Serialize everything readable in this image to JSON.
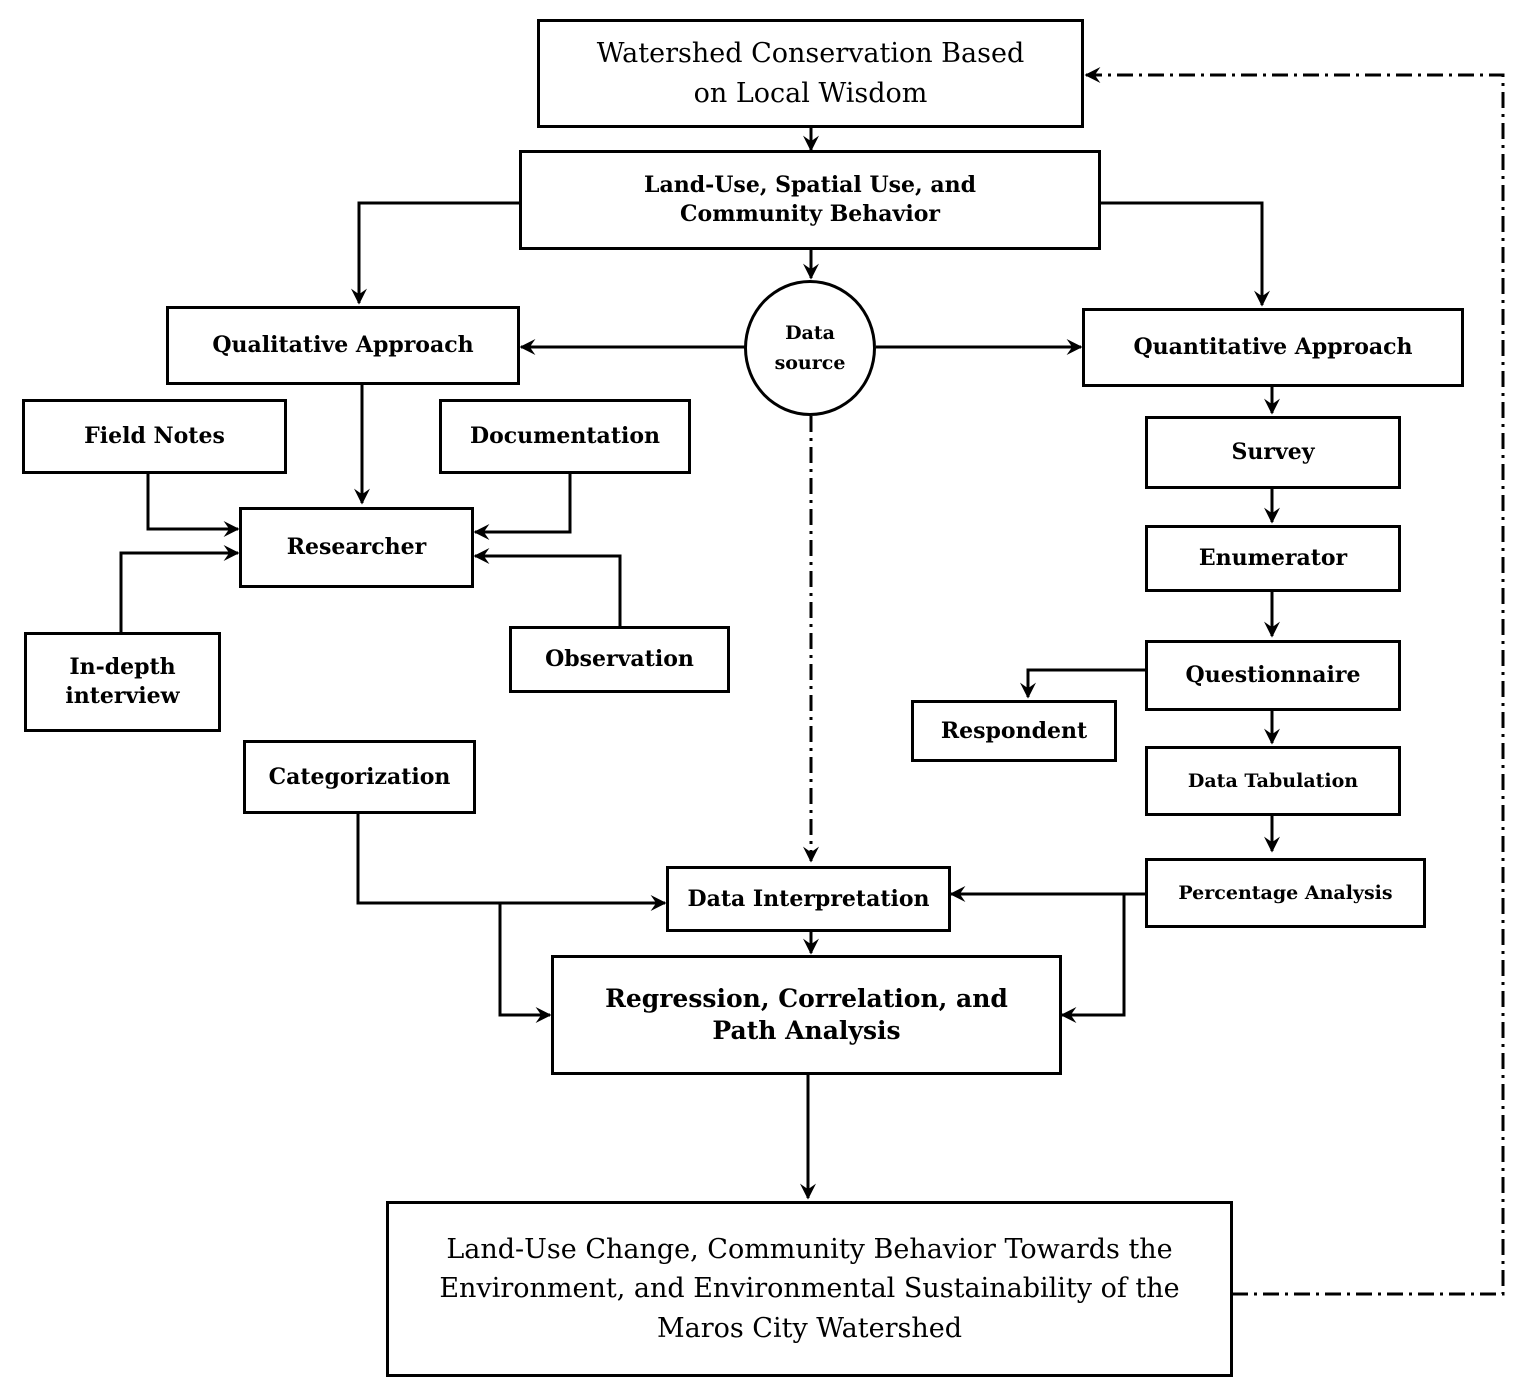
{
  "nodes": {
    "watershed_conservation": "Watershed Conservation Based on Local Wisdom",
    "land_use_behavior": "Land-Use, Spatial Use, and Community Behavior",
    "data_source": "Data source",
    "qualitative_approach": "Qualitative Approach",
    "quantitative_approach": "Quantitative Approach",
    "field_notes": "Field Notes",
    "documentation": "Documentation",
    "researcher": "Researcher",
    "in_depth_interview": "In-depth interview",
    "observation": "Observation",
    "survey": "Survey",
    "enumerator": "Enumerator",
    "questionnaire": "Questionnaire",
    "respondent": "Respondent",
    "data_tabulation": "Data Tabulation",
    "percentage_analysis": "Percentage Analysis",
    "categorization": "Categorization",
    "data_interpretation": "Data Interpretation",
    "regression_analysis": "Regression, Correlation, and Path Analysis",
    "outcome": "Land-Use Change, Community Behavior Towards the Environment, and Environmental Sustainability of the Maros City Watershed"
  }
}
